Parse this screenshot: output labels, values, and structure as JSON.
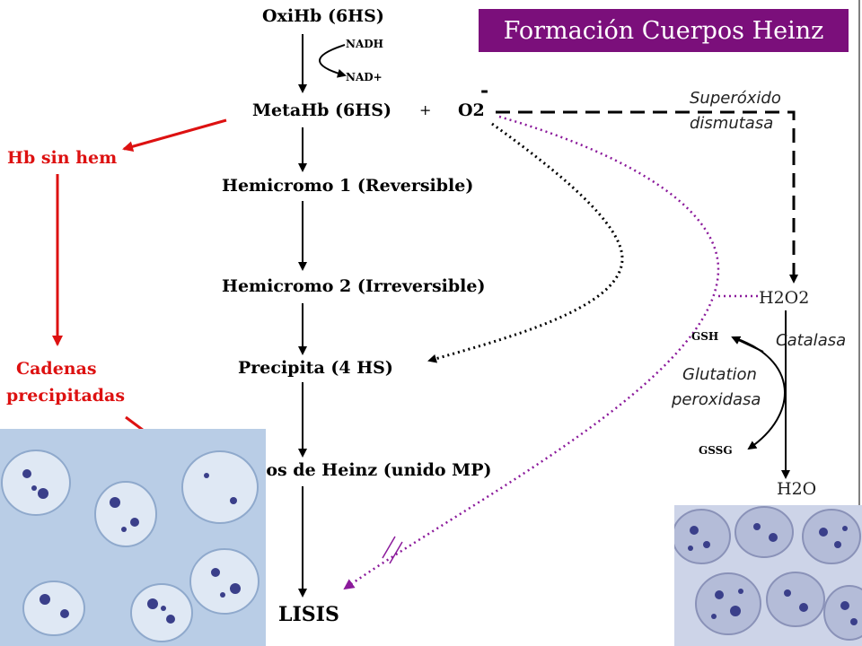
{
  "title": "Formación Cuerpos Heinz",
  "main_chain": {
    "oxihb": "OxiHb (6HS)",
    "nadh": "NADH",
    "nad": "NAD+",
    "metahb": "MetaHb (6HS)",
    "plus": "+",
    "o2": "O2",
    "superoxide_mark": "-",
    "hemicromo1": "Hemicromo 1 (Reversible)",
    "hemicromo2": "Hemicromo 2 (Irreversible)",
    "precipita": "Precipita (4 HS)",
    "heinz": "Cuerpos de Heinz (unido MP)",
    "lisis": "LISIS"
  },
  "side_chain": {
    "hb_sin_hem": "Hb sin hem",
    "cadenas": "Cadenas",
    "precipitadas": "precipitadas"
  },
  "enzymes": {
    "superoxido": "Superóxido",
    "dismutasa": "dismutasa",
    "h2o2": "H2O2",
    "gsh": "GSH",
    "catalasa": "Catalasa",
    "glutation": "Glutation",
    "peroxidasa": "peroxidasa",
    "gssg": "GSSG",
    "h2o": "H2O"
  },
  "colors": {
    "title_bg": "#7b0f7b",
    "red_path": "#dd1111",
    "purple_path": "#8b1a9b",
    "cell_bg": "#b9cde6",
    "cell_stain": "#3a3f8a"
  }
}
